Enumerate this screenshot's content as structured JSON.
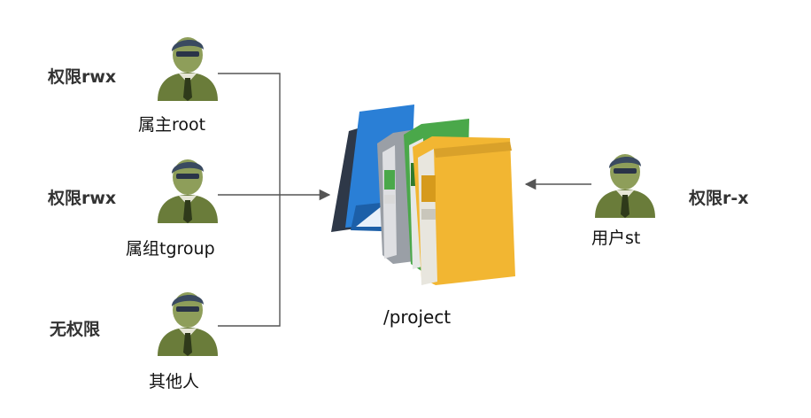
{
  "diagram": {
    "users": [
      {
        "id": "owner",
        "name": "属主root",
        "permission": "权限rwx"
      },
      {
        "id": "group",
        "name": "属组tgroup",
        "permission": "权限rwx"
      },
      {
        "id": "other",
        "name": "其他人",
        "permission": "无权限"
      }
    ],
    "target": {
      "label": "/project"
    },
    "external_user": {
      "name": "用户st",
      "permission": "权限r-x"
    }
  },
  "colors": {
    "person_body": "#6a7c3a",
    "person_head": "#8e9e5a",
    "hair": "#3a4a60",
    "tie": "#2f3a1a",
    "line": "#555555",
    "folder_blue": "#2a7fd6",
    "folder_green": "#4aa84a",
    "folder_yellow": "#f2b632"
  },
  "icons": [
    "person-icon",
    "folder-stack-icon"
  ]
}
